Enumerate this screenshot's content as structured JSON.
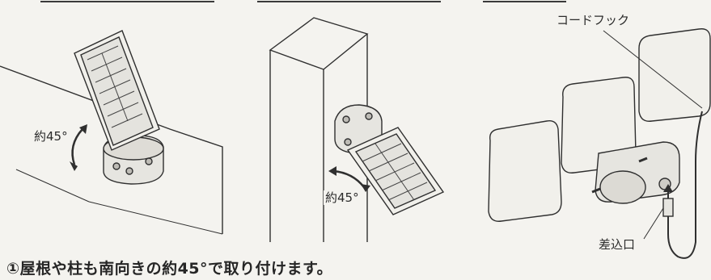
{
  "panel_left": {
    "angle_label": "約45°"
  },
  "panel_middle": {
    "angle_label": "約45°"
  },
  "panel_right": {
    "cord_hook_label": "コードフック",
    "socket_label": "差込口"
  },
  "caption": {
    "step1": "①屋根や柱も南向きの約45°で取り付けます。"
  }
}
